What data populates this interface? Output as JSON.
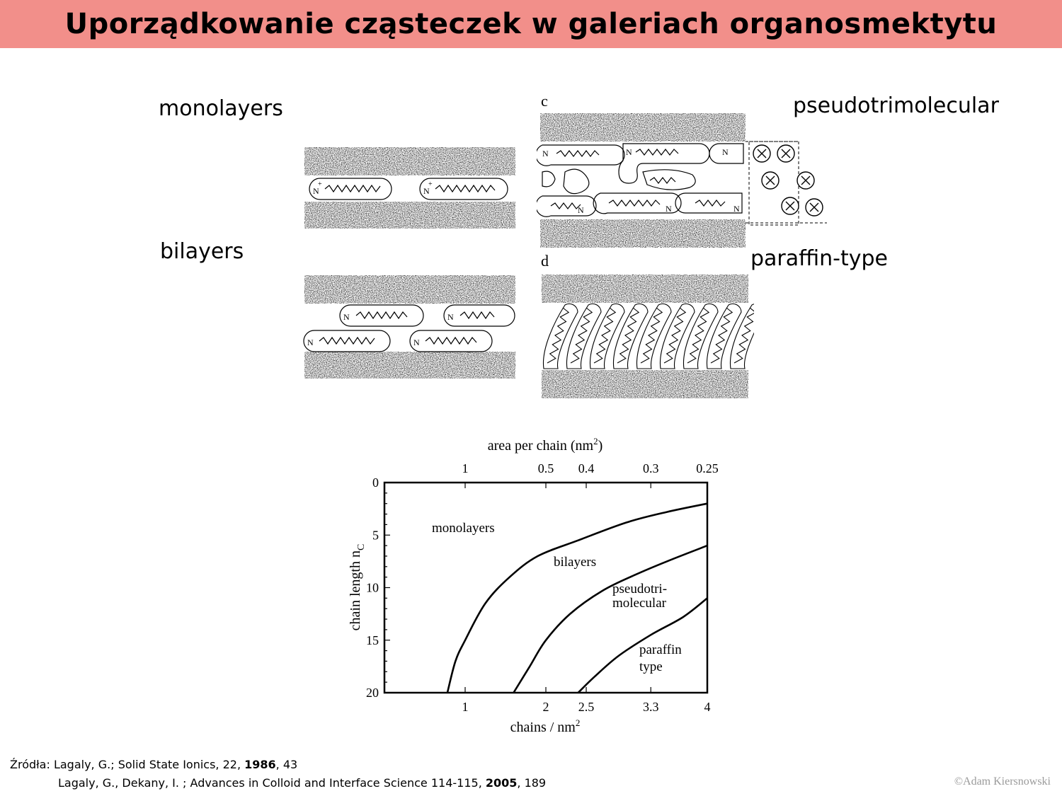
{
  "title": "Uporządkowanie cząsteczek w galeriach organosmektytu",
  "labels": {
    "monolayers": "monolayers",
    "bilayers": "bilayers",
    "pseudotrimolecular": "pseudotrimolecular",
    "paraffin": "paraffin-type",
    "panel_c": "c",
    "panel_d": "d",
    "nitrogen": "N",
    "plus": "+"
  },
  "chart_data": {
    "type": "line",
    "top_axis_label": "area per chain (nm",
    "top_axis_sup": "2",
    "top_axis_close": ")",
    "xlabel": "chains / nm",
    "xlabel_sup": "2",
    "ylabel": "chain length n",
    "ylabel_sub": "C",
    "x_ticks": [
      "1",
      "2",
      "2.5",
      "3.3",
      "4"
    ],
    "x_tick_values": [
      1,
      2,
      2.5,
      3.3,
      4
    ],
    "top_ticks": [
      "1",
      "0.5",
      "0.4",
      "0.3",
      "0.25"
    ],
    "top_tick_values": [
      1,
      2,
      2.5,
      3.3,
      4
    ],
    "y_ticks": [
      "0",
      "5",
      "10",
      "15",
      "20"
    ],
    "y_tick_values": [
      0,
      5,
      10,
      15,
      20
    ],
    "xlim": [
      0,
      4
    ],
    "ylim": [
      0,
      20
    ],
    "y_inverted": true,
    "region_labels": {
      "monolayers": "monolayers",
      "bilayers": "bilayers",
      "pseudo1": "pseudotri-",
      "pseudo2": "molecular",
      "paraffin1": "paraffin",
      "paraffin2": "type"
    },
    "series": [
      {
        "x": [
          0.78,
          0.88,
          1.0,
          1.25,
          1.55,
          1.9,
          2.4,
          3.0,
          3.5,
          4.0
        ],
        "y": [
          20,
          17,
          15,
          11.5,
          9,
          7,
          5.5,
          3.8,
          2.8,
          2.0
        ]
      },
      {
        "x": [
          1.6,
          1.8,
          2.0,
          2.3,
          2.7,
          3.1,
          3.5,
          4.0
        ],
        "y": [
          20,
          17.5,
          15,
          12.5,
          10.3,
          8.8,
          7.5,
          6.0
        ]
      },
      {
        "x": [
          2.4,
          2.6,
          2.9,
          3.3,
          3.7,
          4.0
        ],
        "y": [
          20,
          18.5,
          16.5,
          14.5,
          12.8,
          11.0
        ]
      }
    ]
  },
  "sources": {
    "prefix": "Źródła: Lagaly, G.; Solid State Ionics,  22, ",
    "year1": "1986",
    "suffix1": ", 43",
    "line2_prefix": "Lagaly, G., Dekany, I. ; Advances in Colloid and Interface Science 114-115, ",
    "year2": "2005",
    "suffix2": ", 189"
  },
  "copyright": "©Adam Kiersnowski"
}
